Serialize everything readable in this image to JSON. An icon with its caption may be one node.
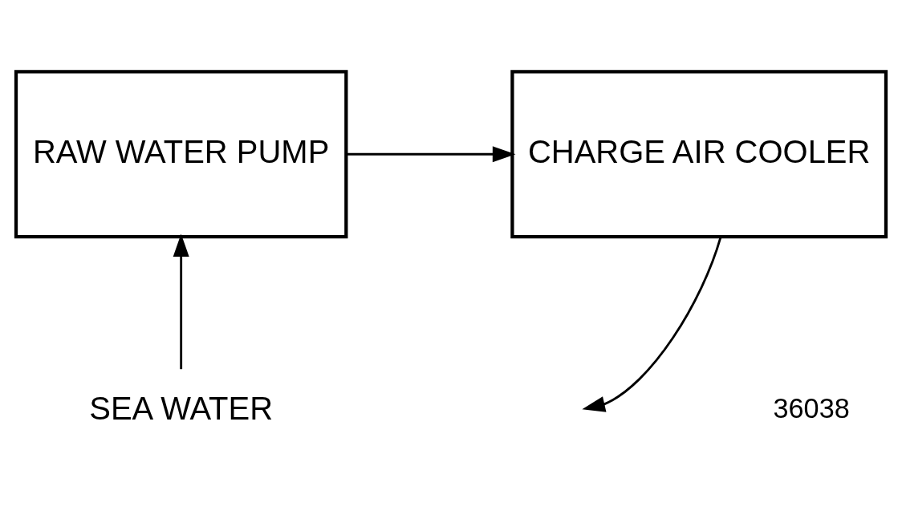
{
  "diagram": {
    "nodes": [
      {
        "text": [
          "RAW WATER PUMP"
        ]
      },
      {
        "text": [
          "CHARGE AIR COOLER"
        ]
      },
      {
        "text": [
          "SEA WATER"
        ]
      }
    ],
    "edges": [
      {
        "from": 2,
        "to": 0,
        "arrow": "to"
      },
      {
        "from": 0,
        "to": 1,
        "arrow": "to"
      },
      {
        "from": 1,
        "to": null,
        "arrow": "to"
      }
    ],
    "labels": [
      "36038"
    ]
  }
}
